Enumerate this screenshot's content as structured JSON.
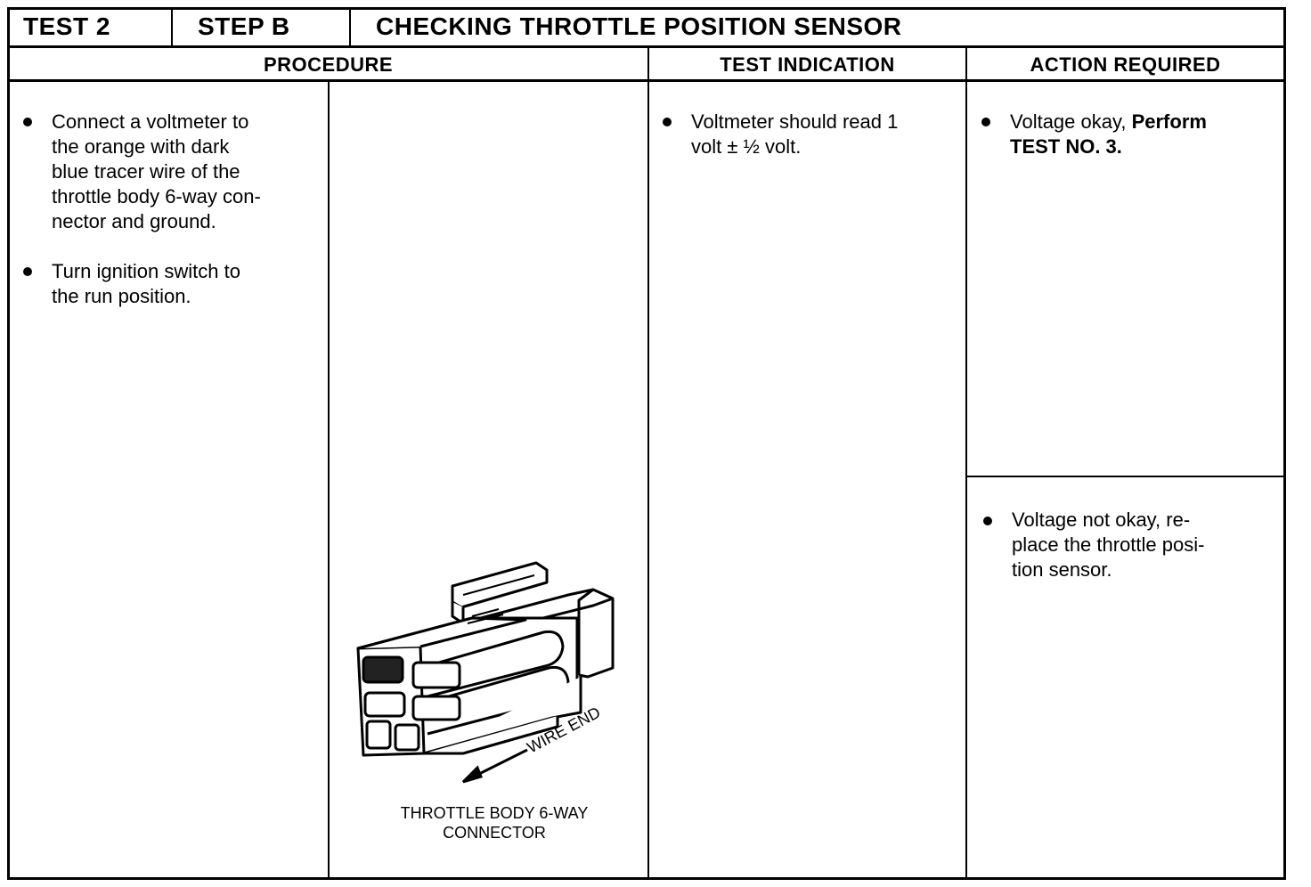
{
  "header": {
    "test": "TEST 2",
    "step": "STEP B",
    "title": "CHECKING THROTTLE POSITION SENSOR"
  },
  "columns": {
    "procedure": "PROCEDURE",
    "test_indication": "TEST INDICATION",
    "action_required": "ACTION REQUIRED"
  },
  "procedure": {
    "step1": [
      "Connect a voltmeter to",
      "the orange with dark",
      "blue tracer wire of the",
      "throttle body 6-way con-",
      "nector and ground."
    ],
    "step2": [
      "Turn ignition switch to",
      "the run position."
    ]
  },
  "figure": {
    "arrow_label": "WIRE END",
    "caption_line1": "THROTTLE BODY 6-WAY",
    "caption_line2": "CONNECTOR"
  },
  "test_indication": {
    "line1": "Voltmeter should read 1",
    "line2": "volt ± ½ volt."
  },
  "action": {
    "ok_prefix": "Voltage okay, ",
    "ok_bold1": "Perform",
    "ok_bold2": "TEST NO. 3.",
    "not_ok": [
      "Voltage not okay, re-",
      "place the throttle posi-",
      "tion sensor."
    ]
  }
}
